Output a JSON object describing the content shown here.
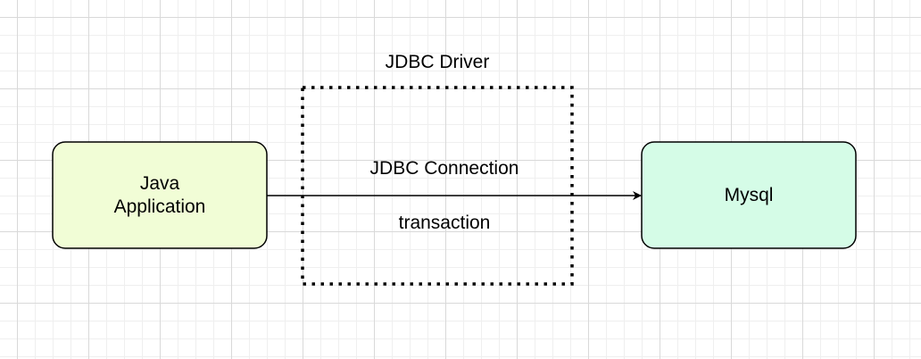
{
  "diagram": {
    "group": {
      "title": "JDBC Driver"
    },
    "nodes": {
      "source": {
        "line1": "Java",
        "line2": "Application",
        "fill": "#f1fdd6"
      },
      "target": {
        "label": "Mysql",
        "fill": "#d5fce7"
      }
    },
    "edge": {
      "label_top": "JDBC Connection",
      "label_bottom": "transaction"
    },
    "colors": {
      "stroke": "#000000",
      "grid": "#d9d9d9"
    }
  }
}
